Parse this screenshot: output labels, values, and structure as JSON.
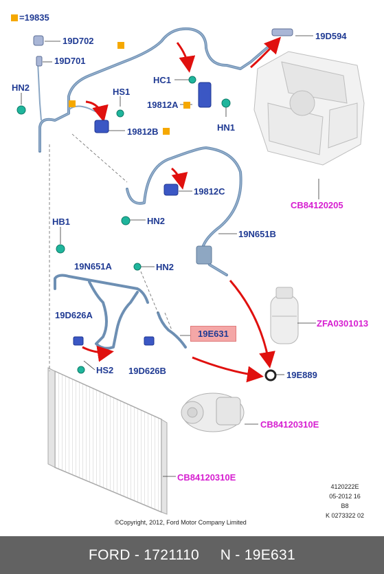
{
  "legend": {
    "label": "=19835",
    "marker_color": "#f5a800"
  },
  "labels": {
    "19D702": "19D702",
    "19D701": "19D701",
    "HN2_top": "HN2",
    "HS1": "HS1",
    "19812B": "19812B",
    "HC1": "HC1",
    "19812A": "19812A",
    "HN1": "HN1",
    "19D594": "19D594",
    "CB84120205": "CB84120205",
    "19812C": "19812C",
    "HN2_mid": "HN2",
    "19N651B": "19N651B",
    "HB1": "HB1",
    "19N651A": "19N651A",
    "HN2_low": "HN2",
    "19D626A": "19D626A",
    "19E631": "19E631",
    "ZFA0301013": "ZFA0301013",
    "HS2": "HS2",
    "19D626B": "19D626B",
    "19E889": "19E889",
    "CB84120310E_comp": "CB84120310E",
    "CB84120310E_cond": "CB84120310E"
  },
  "ref_block": [
    "4120222E",
    "05-2012 16",
    "B8",
    "K 0273322 02"
  ],
  "copyright": "©Copyright, 2012, Ford Motor Company Limited",
  "footer": "FORD - 1721110     N - 19E631",
  "colors": {
    "part_text": "#1f3a93",
    "catalog_text": "#d61ed0",
    "highlight": "#f4a7a7",
    "arrow": "#e0100e",
    "pipe": "#6d8fb3",
    "footer_bg": "#626262"
  }
}
